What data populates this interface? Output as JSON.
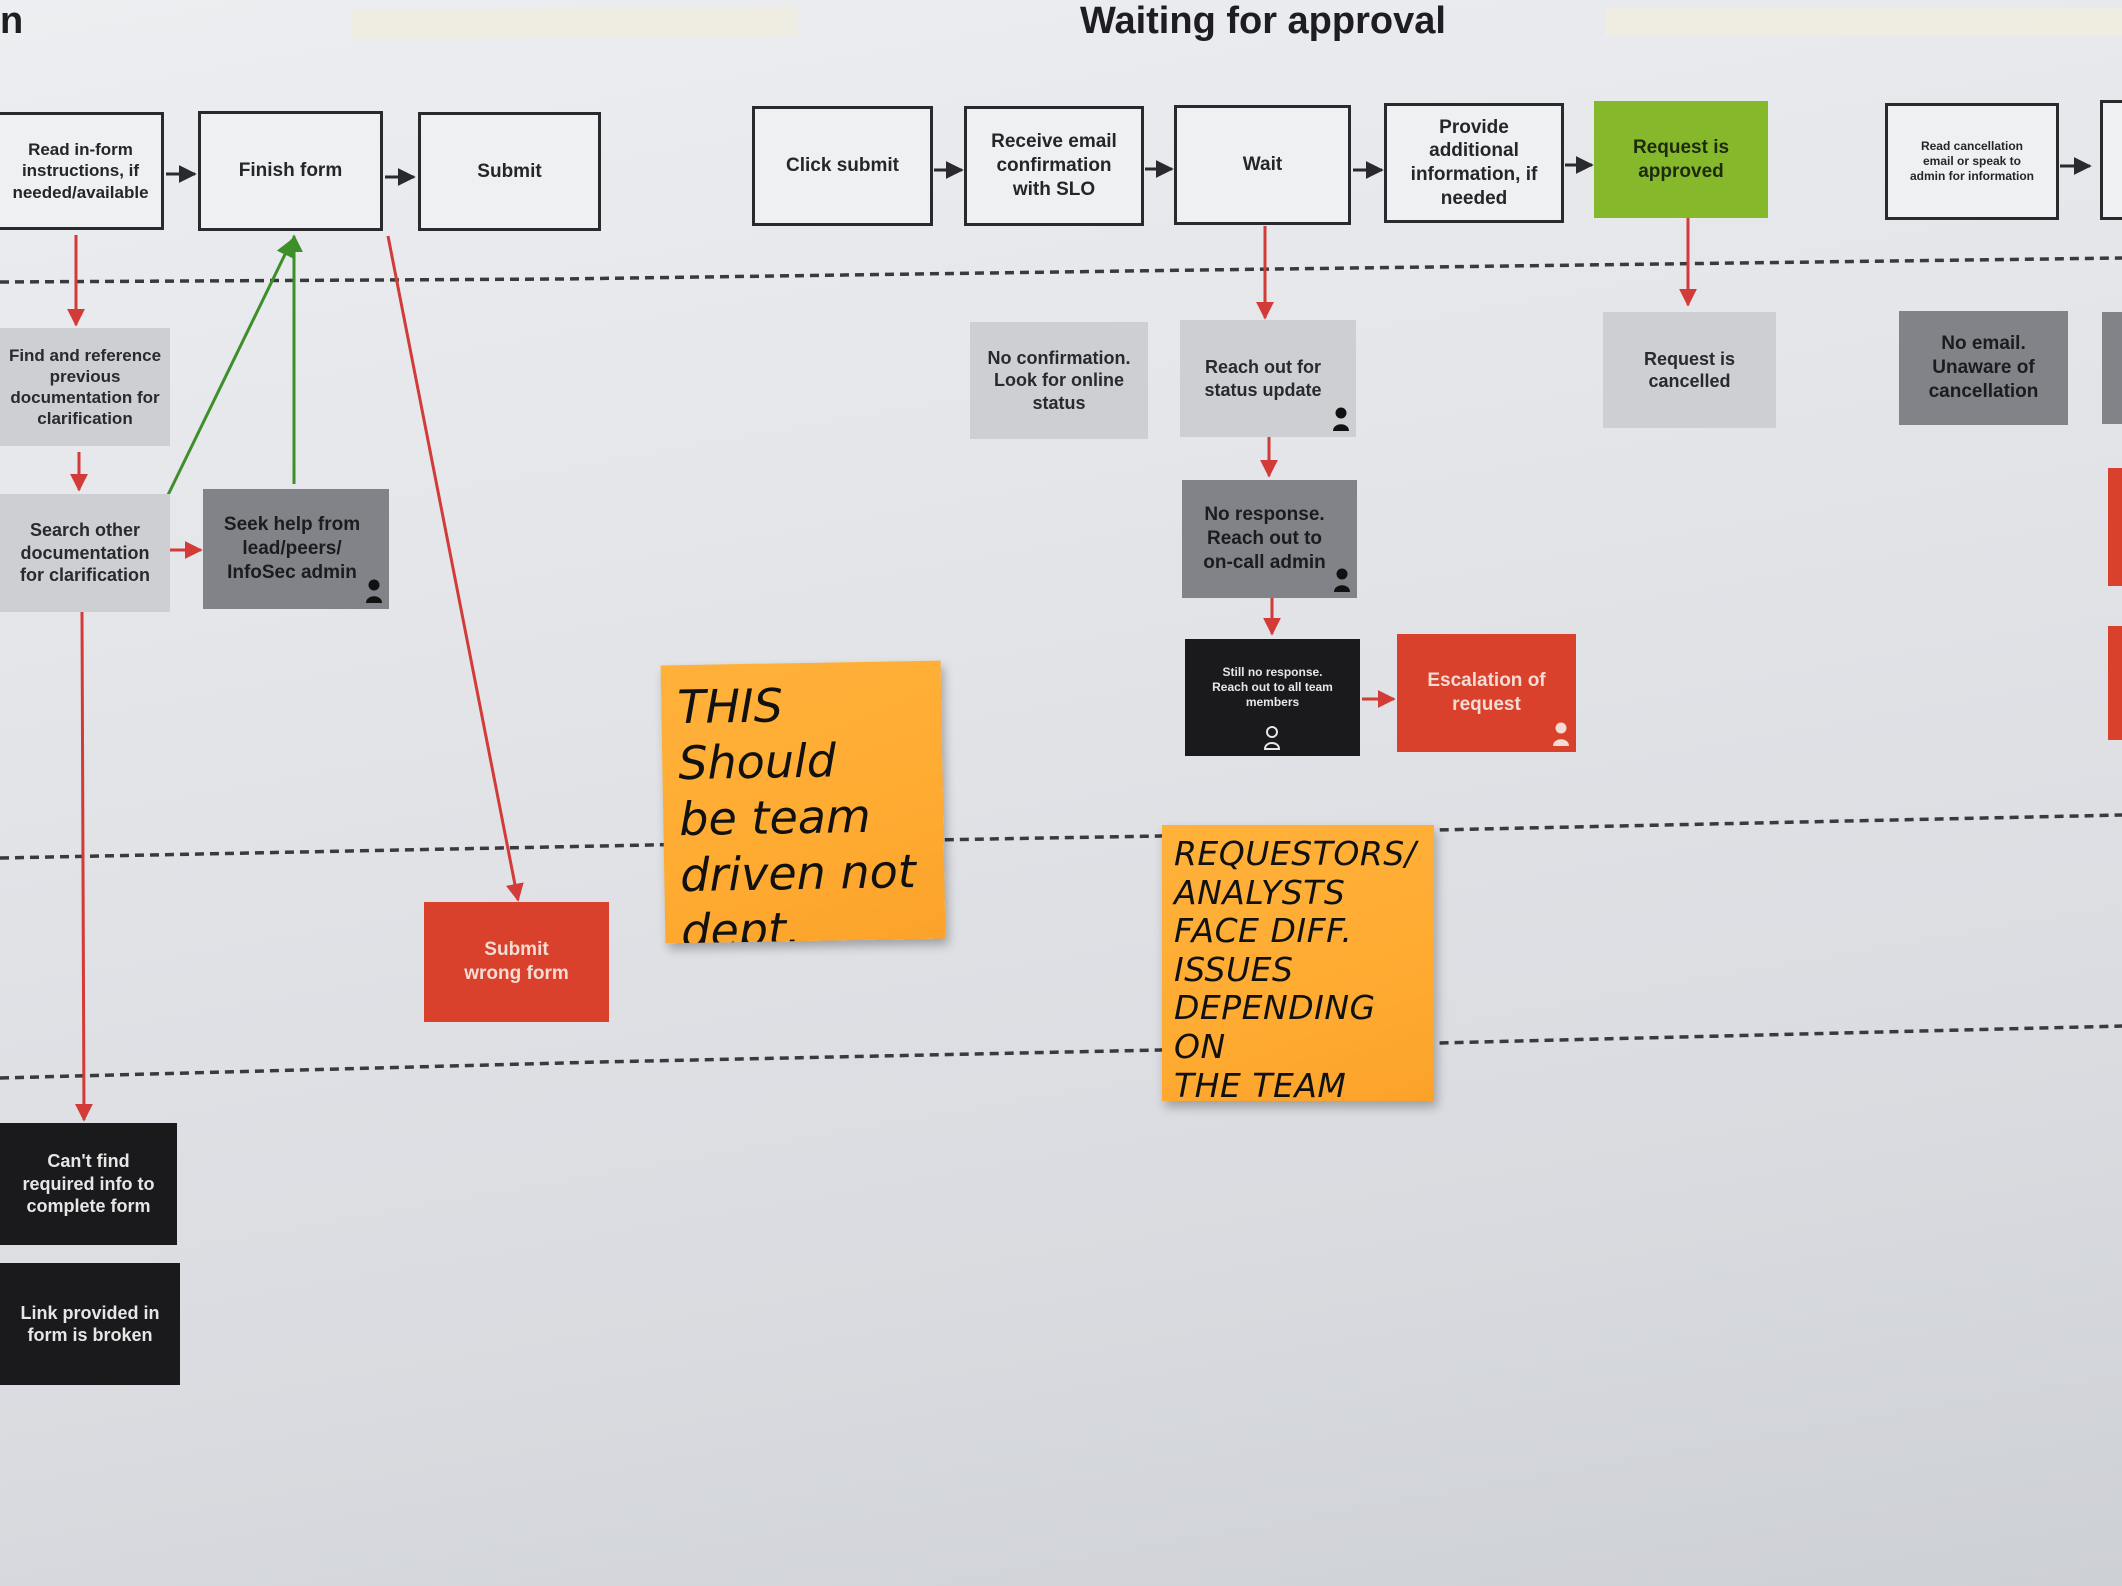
{
  "phase_title": "Waiting for approval",
  "phase_title_fragment": "n",
  "colors": {
    "outline_box": "#eff0f2",
    "light_grey": "#cdcfd3",
    "mid_grey": "#818389",
    "black": "#1a1a1c",
    "red": "#d9412c",
    "green": "#86b82c",
    "sticky_note": "#ffab32",
    "arrow_red": "#d23b37",
    "arrow_green": "#3e8e2a",
    "arrow_black": "#2a2a2e"
  },
  "steps": {
    "read_instructions": "Read in-form instructions, if needed/available",
    "finish_form": "Finish form",
    "submit": "Submit",
    "click_submit": "Click submit",
    "receive_email": "Receive email confirmation with SLO",
    "wait": "Wait",
    "provide_info": "Provide additional information, if needed",
    "request_approved": "Request is approved",
    "read_cancellation": "Read cancellation email or speak to admin for information"
  },
  "pain_points": {
    "find_reference": "Find and reference previous documentation for clarification",
    "search_documentation": "Search other documentation for clarification",
    "seek_help": "Seek help from lead/peers/ InfoSec admin",
    "no_confirmation": "No confirmation. Look for online status",
    "reach_out_status": "Reach out for status update",
    "request_cancelled": "Request is cancelled",
    "no_email": "No email. Unaware of cancellation",
    "no_response": "No response. Reach out to on-call admin",
    "still_no_response": "Still no response. Reach out to all team members",
    "escalation": "Escalation of request",
    "submit_wrong_form": "Submit wrong form",
    "cant_find_info": "Can't find required info to complete form",
    "link_broken": "Link provided in form is broken"
  },
  "sticky_notes": {
    "team_driven": "THIS Should\nbe team\ndriven not\ndept. drNeN",
    "team_issues": "REQUESTORS/\nANALYSTS\nFACE DIFF.\nISSUES\nDEPENDING ON\nTHE TEAM"
  },
  "icons": {
    "person": "person-icon",
    "arrow": "arrow-icon"
  }
}
